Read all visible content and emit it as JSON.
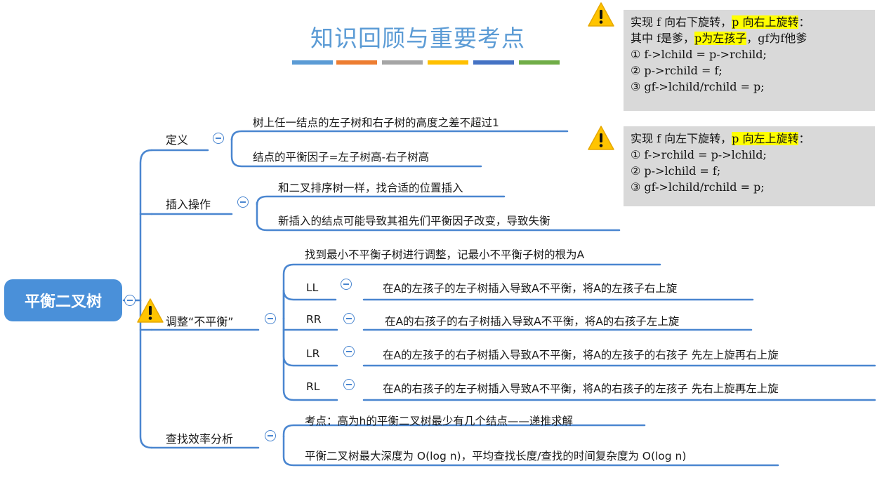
{
  "title": "知识回顾与重要考点",
  "title_bar_colors": [
    "#5b9bd5",
    "#ed7d31",
    "#a5a5a5",
    "#ffc000",
    "#4472c4",
    "#70ad47"
  ],
  "root": "平衡二叉树",
  "branches": {
    "definition": {
      "label": "定义",
      "items": [
        "树上任一结点的左子树和右子树的高度之差不超过1",
        "结点的平衡因子=左子树高-右子树高"
      ]
    },
    "insert": {
      "label": "插入操作",
      "items": [
        "和二叉排序树一样，找合适的位置插入",
        "新插入的结点可能导致其祖先们平衡因子改变，导致失衡"
      ]
    },
    "adjust": {
      "label": "调整“不平衡”",
      "intro": "找到最小不平衡子树进行调整，记最小不平衡子树的根为A",
      "cases": [
        {
          "name": "LL",
          "desc": "在A的左孩子的左子树插入导致A不平衡，将A的左孩子右上旋"
        },
        {
          "name": "RR",
          "desc": "在A的右孩子的右子树插入导致A不平衡，将A的右孩子左上旋"
        },
        {
          "name": "LR",
          "desc": "在A的左孩子的右子树插入导致A不平衡，将A的左孩子的右孩子 先左上旋再右上旋"
        },
        {
          "name": "RL",
          "desc": "在A的右孩子的左子树插入导致A不平衡，将A的右孩子的左孩子 先右上旋再左上旋"
        }
      ]
    },
    "search": {
      "label": "查找效率分析",
      "items": [
        "考点：高为h的平衡二叉树最少有几个结点——递推求解",
        "平衡二叉树最大深度为 O(log n)，平均查找长度/查找的时间复杂度为 O(log n)"
      ]
    }
  },
  "notes": {
    "right_rotate": {
      "head_plain": "实现 f 向右下旋转，",
      "head_hl": "p 向右上旋转",
      "head_tail": "：",
      "line2_plain": "其中 f是爹，",
      "line2_hl": "p为左孩子",
      "line2_tail": "，gf为f他爹",
      "steps": [
        "① f->lchild = p->rchild;",
        "② p->rchild = f;",
        "③ gf->lchild/rchild = p;"
      ]
    },
    "left_rotate": {
      "head_plain": "实现 f 向左下旋转，",
      "head_hl": "p 向左上旋转",
      "head_tail": "：",
      "steps": [
        "① f->rchild = p->lchild;",
        "② p->lchild = f;",
        "③ gf->lchild/rchild = p;"
      ]
    }
  }
}
